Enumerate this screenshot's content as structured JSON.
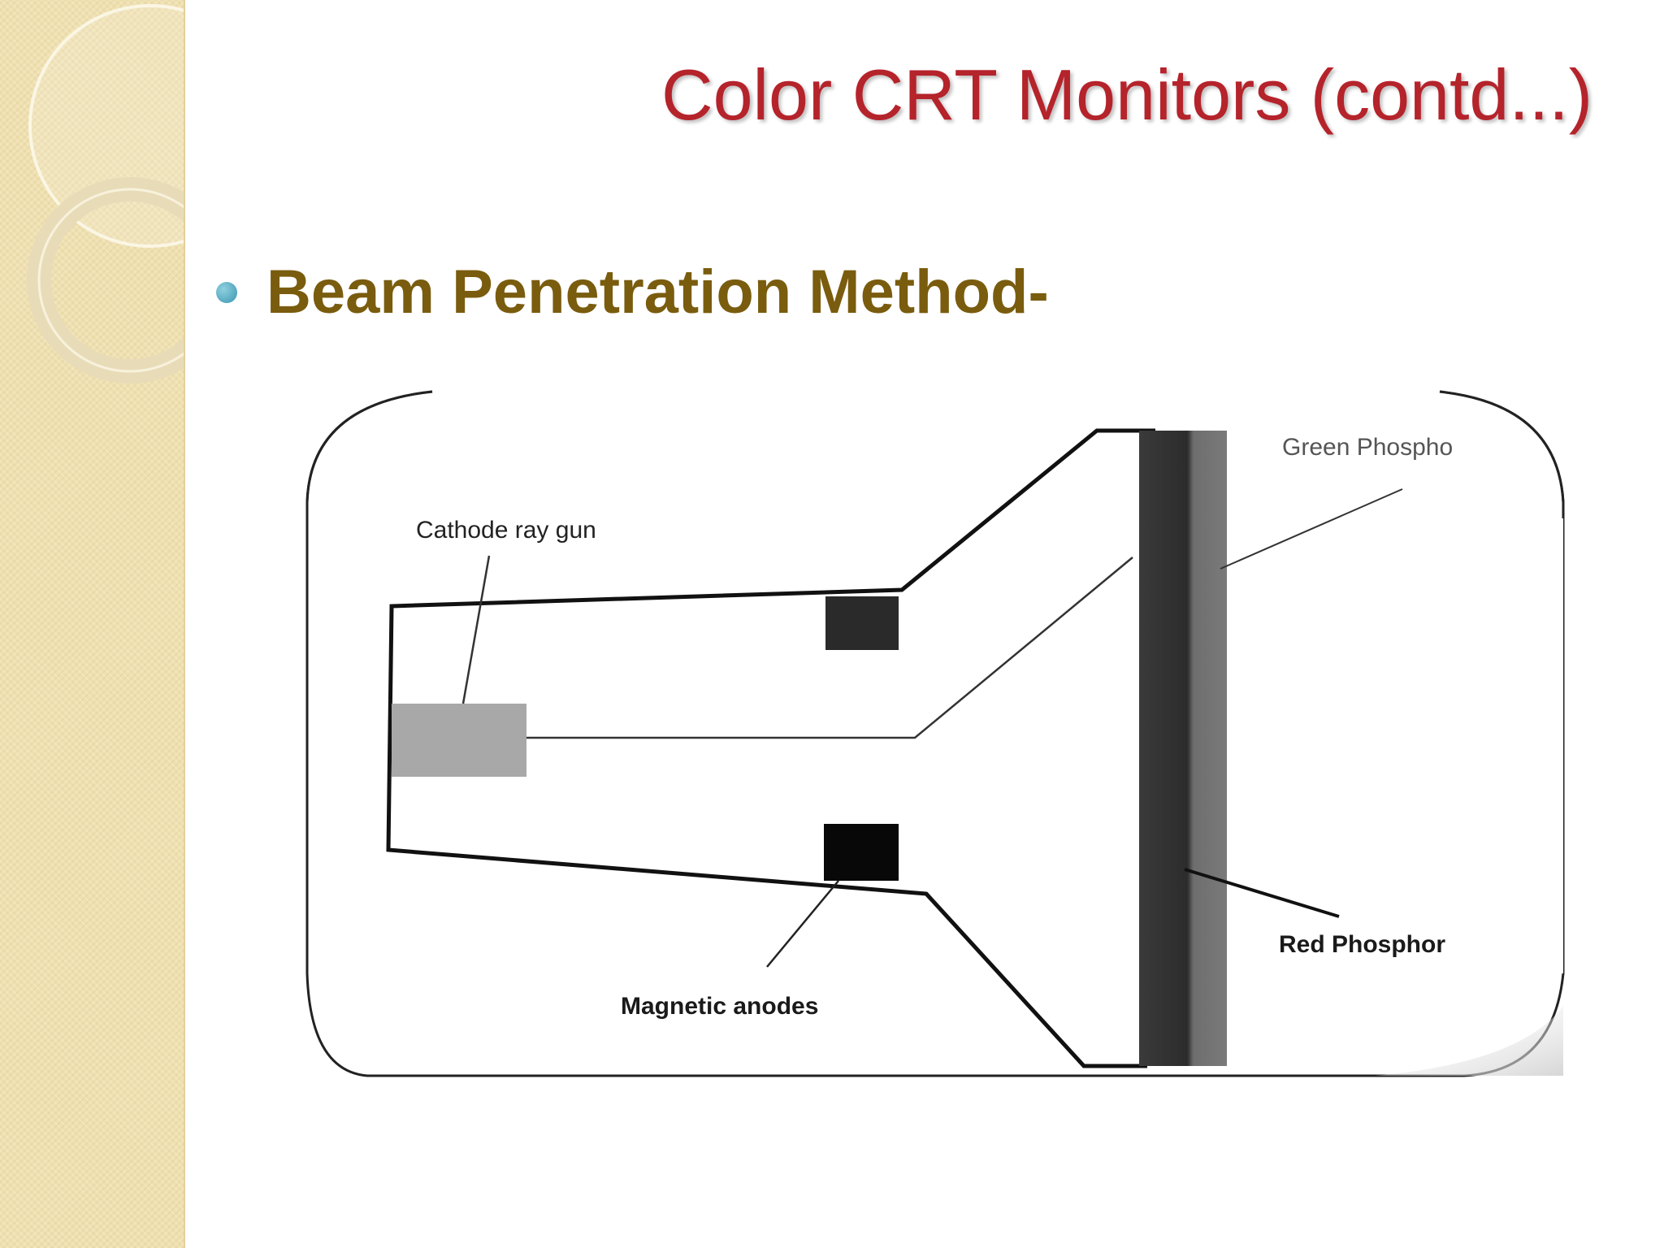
{
  "slide": {
    "title": "Color CRT Monitors (contd...)",
    "bullet": "Beam Penetration Method-"
  },
  "diagram": {
    "labels": {
      "cathode_ray_gun": "Cathode ray gun",
      "green_phosphor": "Green Phospho",
      "red_phosphor": "Red Phosphor",
      "magnetic_anodes": "Magnetic anodes"
    }
  },
  "colors": {
    "title": "#b5232b",
    "bullet_text": "#7a5c0e",
    "bullet_dot": "#3a95b0",
    "sidebar": "#efe0b0"
  }
}
